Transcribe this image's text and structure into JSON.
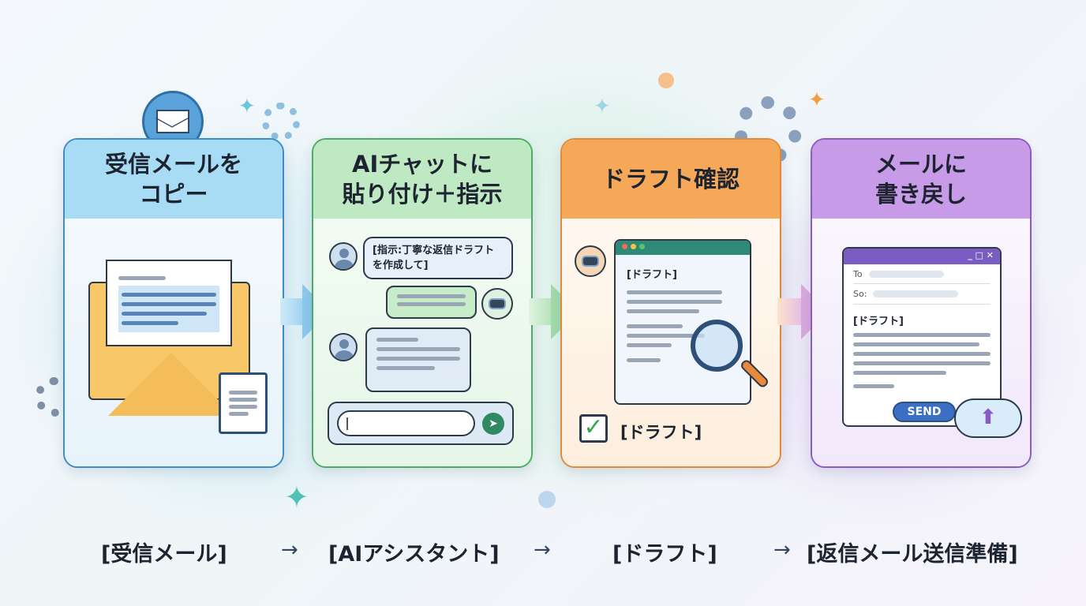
{
  "steps": [
    {
      "title": "受信メールを\nコピー",
      "title_l1": "受信メールを",
      "title_l2": "コピー"
    },
    {
      "title_l1": "AIチャットに",
      "title_l2": "貼り付け＋指示",
      "instruction_bubble": "[指示:丁寧な返信ドラフトを作成して]"
    },
    {
      "title_l1": "ドラフト確認",
      "window_label": "[ドラフト]",
      "check_label": "[ドラフト]"
    },
    {
      "title_l1": "メールに",
      "title_l2": "書き戻し",
      "to_label": "To",
      "subject_label": "So:",
      "draft_label": "[ドラフト]",
      "send_button": "SEND",
      "window_controls": "_ □ ✕"
    }
  ],
  "flow": {
    "items": [
      "[受信メール]",
      "[AIアシスタント]",
      "[ドラフト]",
      "[返信メール送信準備]"
    ],
    "separator": "→"
  },
  "colors": {
    "step1": "#3e8dc6",
    "step2": "#4aae62",
    "step3": "#e28a3b",
    "step4": "#8a5cc1"
  }
}
